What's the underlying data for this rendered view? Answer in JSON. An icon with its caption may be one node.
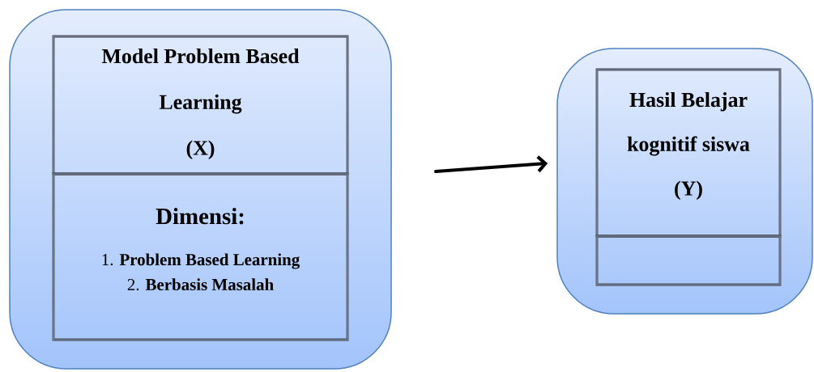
{
  "diagram": {
    "nodes": [
      {
        "text": [],
        "shape": "box"
      },
      {
        "text": [
          "Model Problem Based Learning",
          "(X)"
        ],
        "in": 0
      },
      {
        "text": [
          "Dimensi:",
          "1. **Problem Based Learning**",
          "2. **Berbasis Masalah**"
        ],
        "in": 0
      },
      {
        "text": [],
        "shape": "box"
      },
      {
        "text": [
          "Hasil Belajar kognitif siswa",
          "(Y)"
        ],
        "in": 3
      },
      {
        "text": [],
        "shape": "box",
        "in": 3
      }
    ],
    "edges": [
      {
        "from": null,
        "to": 3,
        "arrow": "to"
      }
    ]
  }
}
